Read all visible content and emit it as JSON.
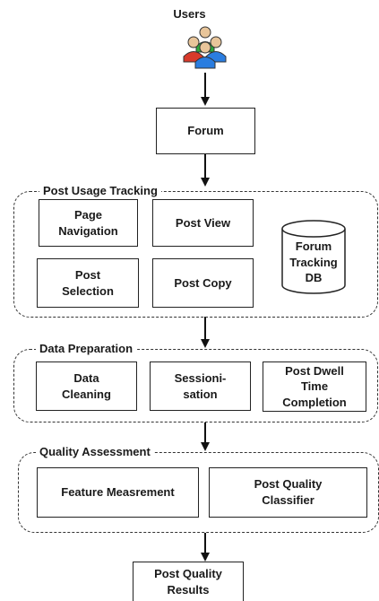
{
  "users": {
    "label": "Users",
    "icon": "users-group-icon"
  },
  "forum": {
    "label": "Forum"
  },
  "post_usage_tracking": {
    "title": "Post Usage Tracking",
    "page_navigation": "Page\nNavigation",
    "post_view": "Post View",
    "post_selection": "Post\nSelection",
    "post_copy": "Post Copy",
    "forum_db": "Forum\nTracking\nDB"
  },
  "data_preparation": {
    "title": "Data Preparation",
    "data_cleaning": "Data\nCleaning",
    "sessionisation": "Sessioni-\nsation",
    "post_dwell": "Post Dwell\nTime\nCompletion"
  },
  "quality_assessment": {
    "title": "Quality Assessment",
    "feature_measurement": "Feature Measrement",
    "post_quality_classifier": "Post Quality\nClassifier"
  },
  "results": {
    "label": "Post Quality\nResults"
  },
  "colors": {
    "user_green": "#2eaa3a",
    "user_red": "#d83a2a",
    "user_blue": "#2a7de0",
    "user_skin": "#e8c59a",
    "user_hair": "#333333"
  }
}
